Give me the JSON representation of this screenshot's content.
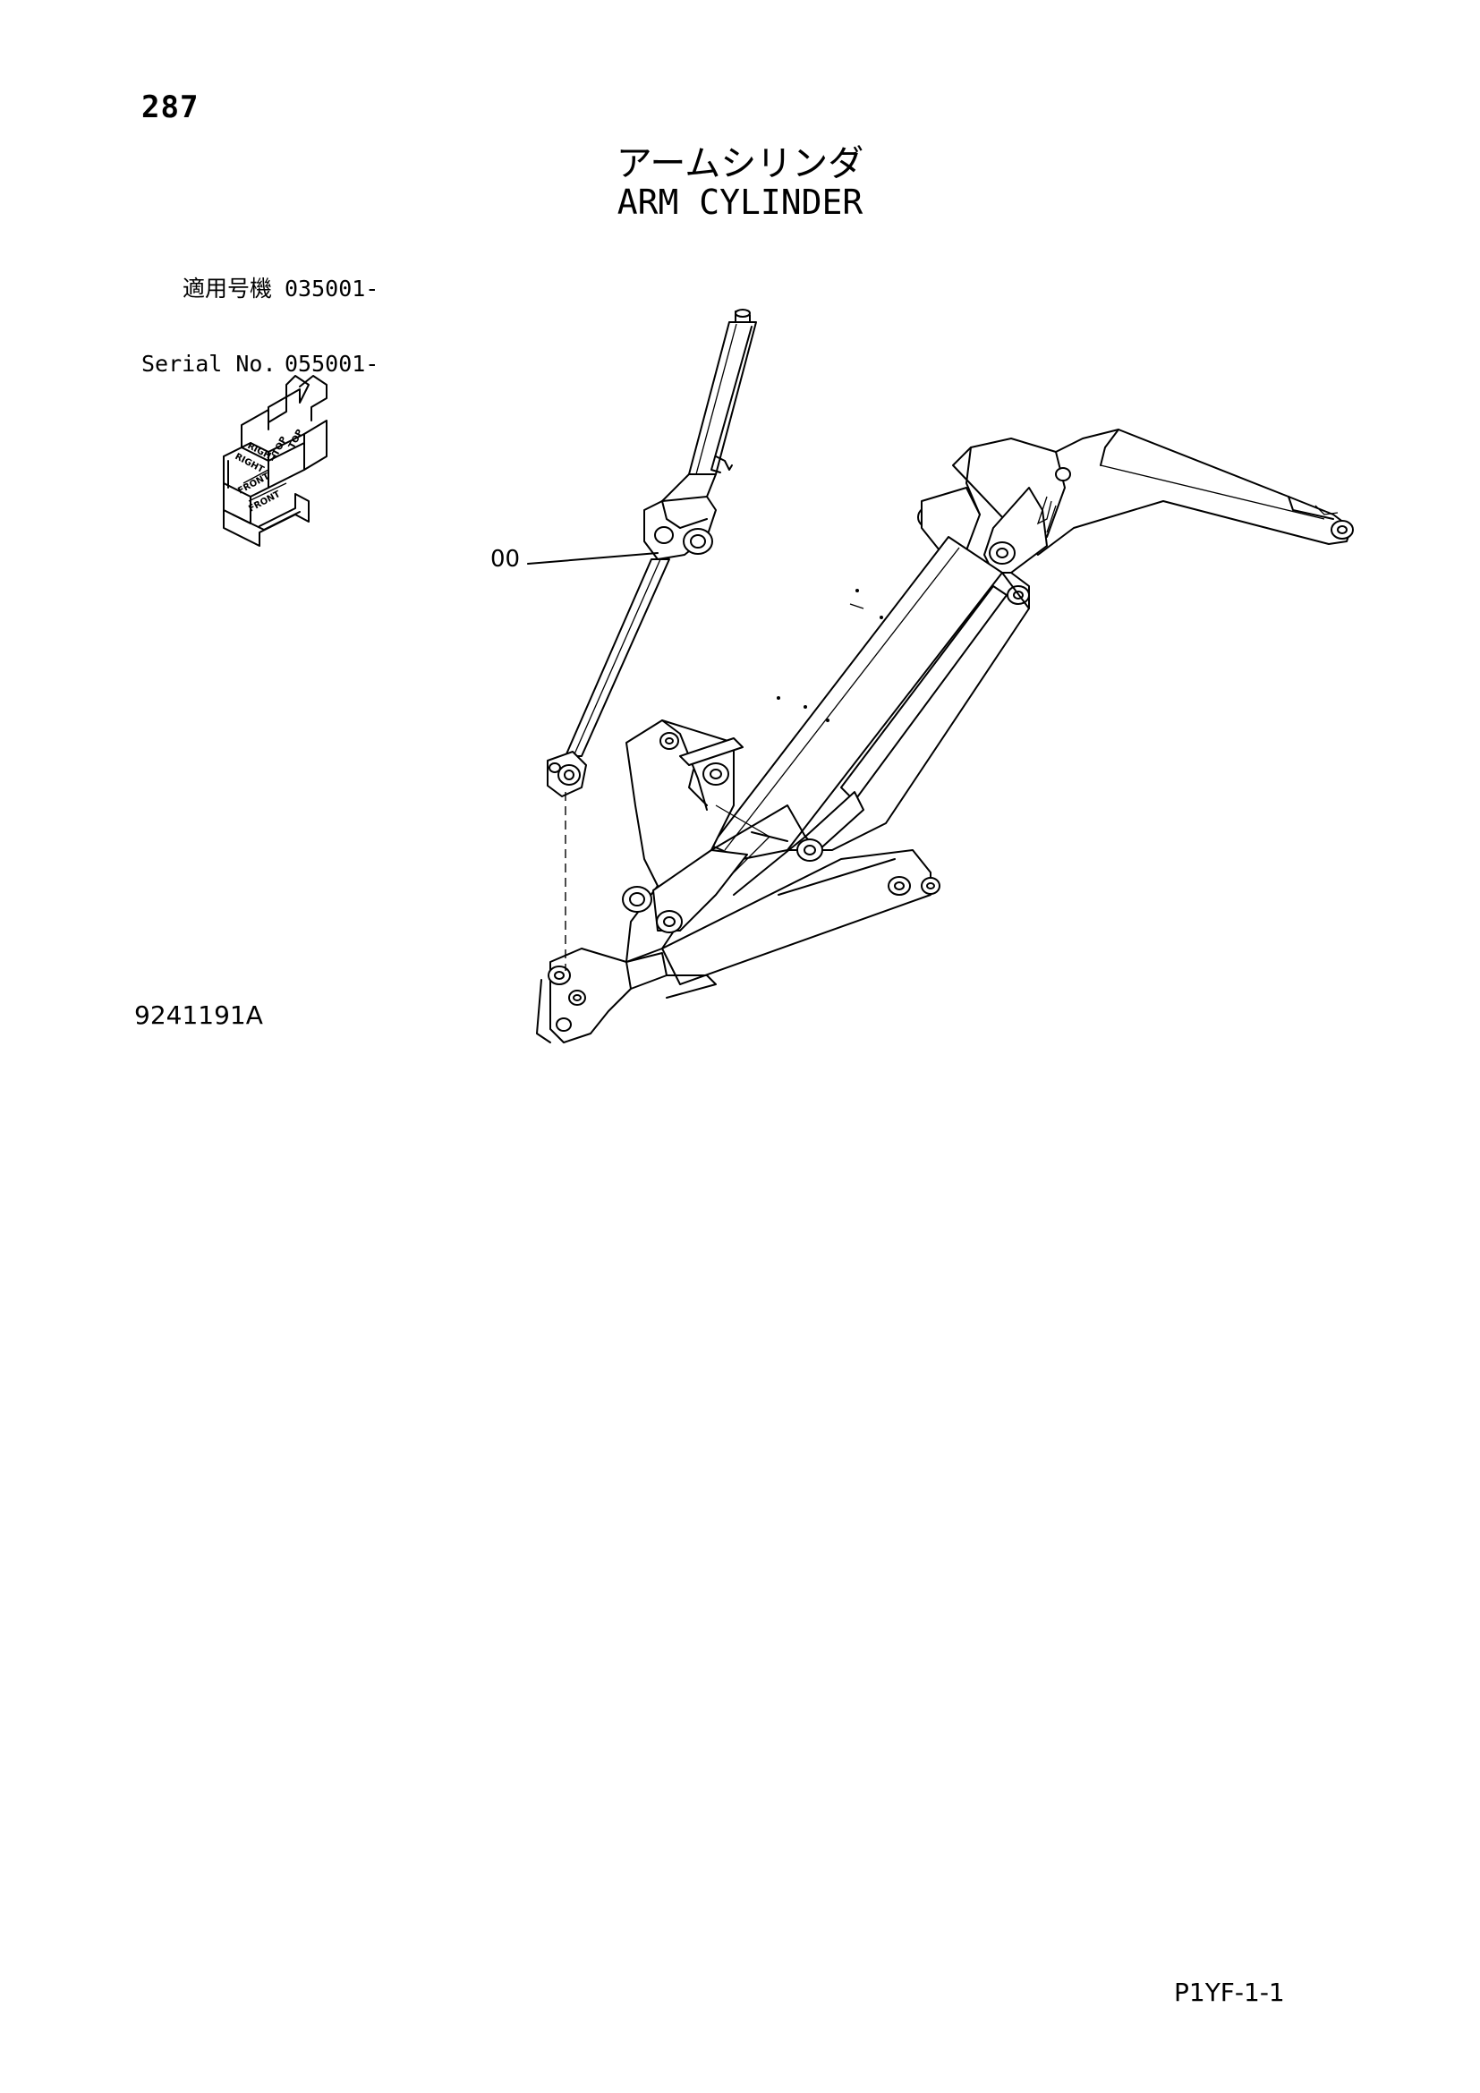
{
  "page": {
    "number": "287",
    "title_jp": "アームシリンダ",
    "title_en": "ARM CYLINDER"
  },
  "serial": {
    "rows": [
      {
        "label": "適用号機",
        "value": "035001-"
      },
      {
        "label": "Serial No.",
        "value": "055001-"
      }
    ]
  },
  "orientation_icon": {
    "labels": [
      "TOP",
      "TOP",
      "RIGHT",
      "RIGHT",
      "FRONT",
      "FRONT"
    ]
  },
  "diagram": {
    "callouts": [
      {
        "label": "00",
        "part": "arm-cylinder"
      }
    ]
  },
  "footer": {
    "drawing_number": "9241191A",
    "page_code": "P1YF-1-1"
  }
}
